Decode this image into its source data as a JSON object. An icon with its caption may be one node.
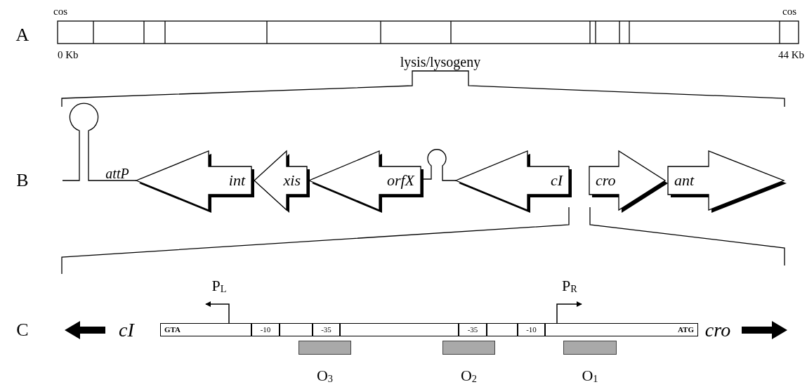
{
  "diagram": {
    "nodes": [
      {
        "text": [
          "int"
        ]
      },
      {
        "text": [
          "xis"
        ]
      },
      {
        "text": [
          "orfX"
        ]
      },
      {
        "text": [
          "cI"
        ]
      },
      {
        "text": [
          "cro"
        ]
      },
      {
        "text": [
          "ant"
        ]
      },
      {
        "text": [
          "GTA",
          "ATG"
        ]
      },
      {
        "text": [
          "-10"
        ],
        "in": 6
      },
      {
        "text": [
          "-35"
        ],
        "in": 6
      },
      {
        "text": [
          "-35"
        ],
        "in": 6
      },
      {
        "text": [
          "-10"
        ],
        "in": 6
      },
      {
        "text": [],
        "shape": "box",
        "beside": [
          "O$_{3}$"
        ]
      },
      {
        "text": [],
        "shape": "box",
        "beside": [
          "O$_{2}$"
        ]
      },
      {
        "text": [],
        "shape": "box",
        "beside": [
          "O$_{1}$"
        ]
      }
    ],
    "edges": [],
    "labels": [
      "A",
      "cos",
      "cos",
      "0 Kb",
      "44 Kb",
      "lysis/lysogeny",
      "B",
      "attP",
      "C",
      "P$_{L}$",
      "P$_{R}$",
      "cI",
      "cro"
    ]
  }
}
